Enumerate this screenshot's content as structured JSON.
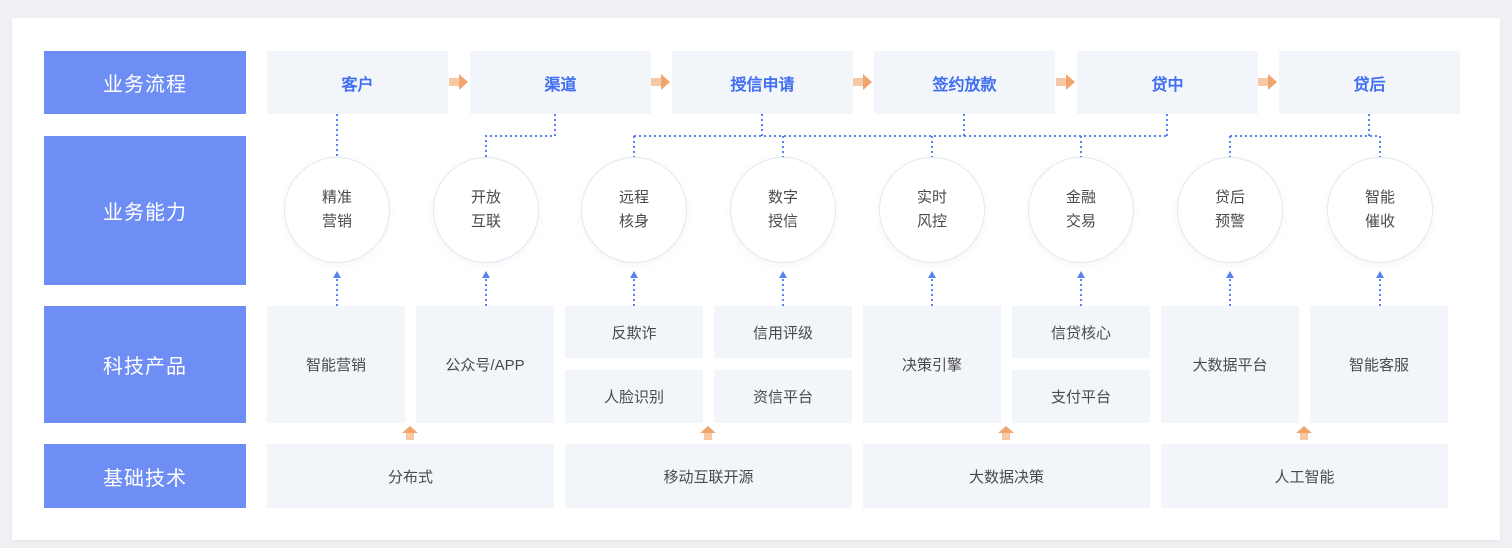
{
  "rows": {
    "process": "业务流程",
    "capability": "业务能力",
    "product": "科技产品",
    "tech": "基础技术"
  },
  "flow": [
    "客户",
    "渠道",
    "授信申请",
    "签约放款",
    "贷中",
    "贷后"
  ],
  "capabilities": [
    {
      "l1": "精准",
      "l2": "营销"
    },
    {
      "l1": "开放",
      "l2": "互联"
    },
    {
      "l1": "远程",
      "l2": "核身"
    },
    {
      "l1": "数字",
      "l2": "授信"
    },
    {
      "l1": "实时",
      "l2": "风控"
    },
    {
      "l1": "金融",
      "l2": "交易"
    },
    {
      "l1": "贷后",
      "l2": "预警"
    },
    {
      "l1": "智能",
      "l2": "催收"
    }
  ],
  "products": {
    "marketing": "智能营销",
    "official": "公众号/APP",
    "antifraud": "反欺诈",
    "face": "人脸识别",
    "rating": "信用评级",
    "credit_platform": "资信平台",
    "decision": "决策引擎",
    "core": "信贷核心",
    "payment": "支付平台",
    "bigdata_platform": "大数据平台",
    "service": "智能客服"
  },
  "tech": [
    "分布式",
    "移动互联开源",
    "大数据决策",
    "人工智能"
  ],
  "colors": {
    "label_bg": "#6e8ef5",
    "flow_text": "#3f6ef0",
    "box_bg": "#f2f5fa",
    "arrow": "#f0a56e",
    "dotted": "#5a82ee"
  }
}
